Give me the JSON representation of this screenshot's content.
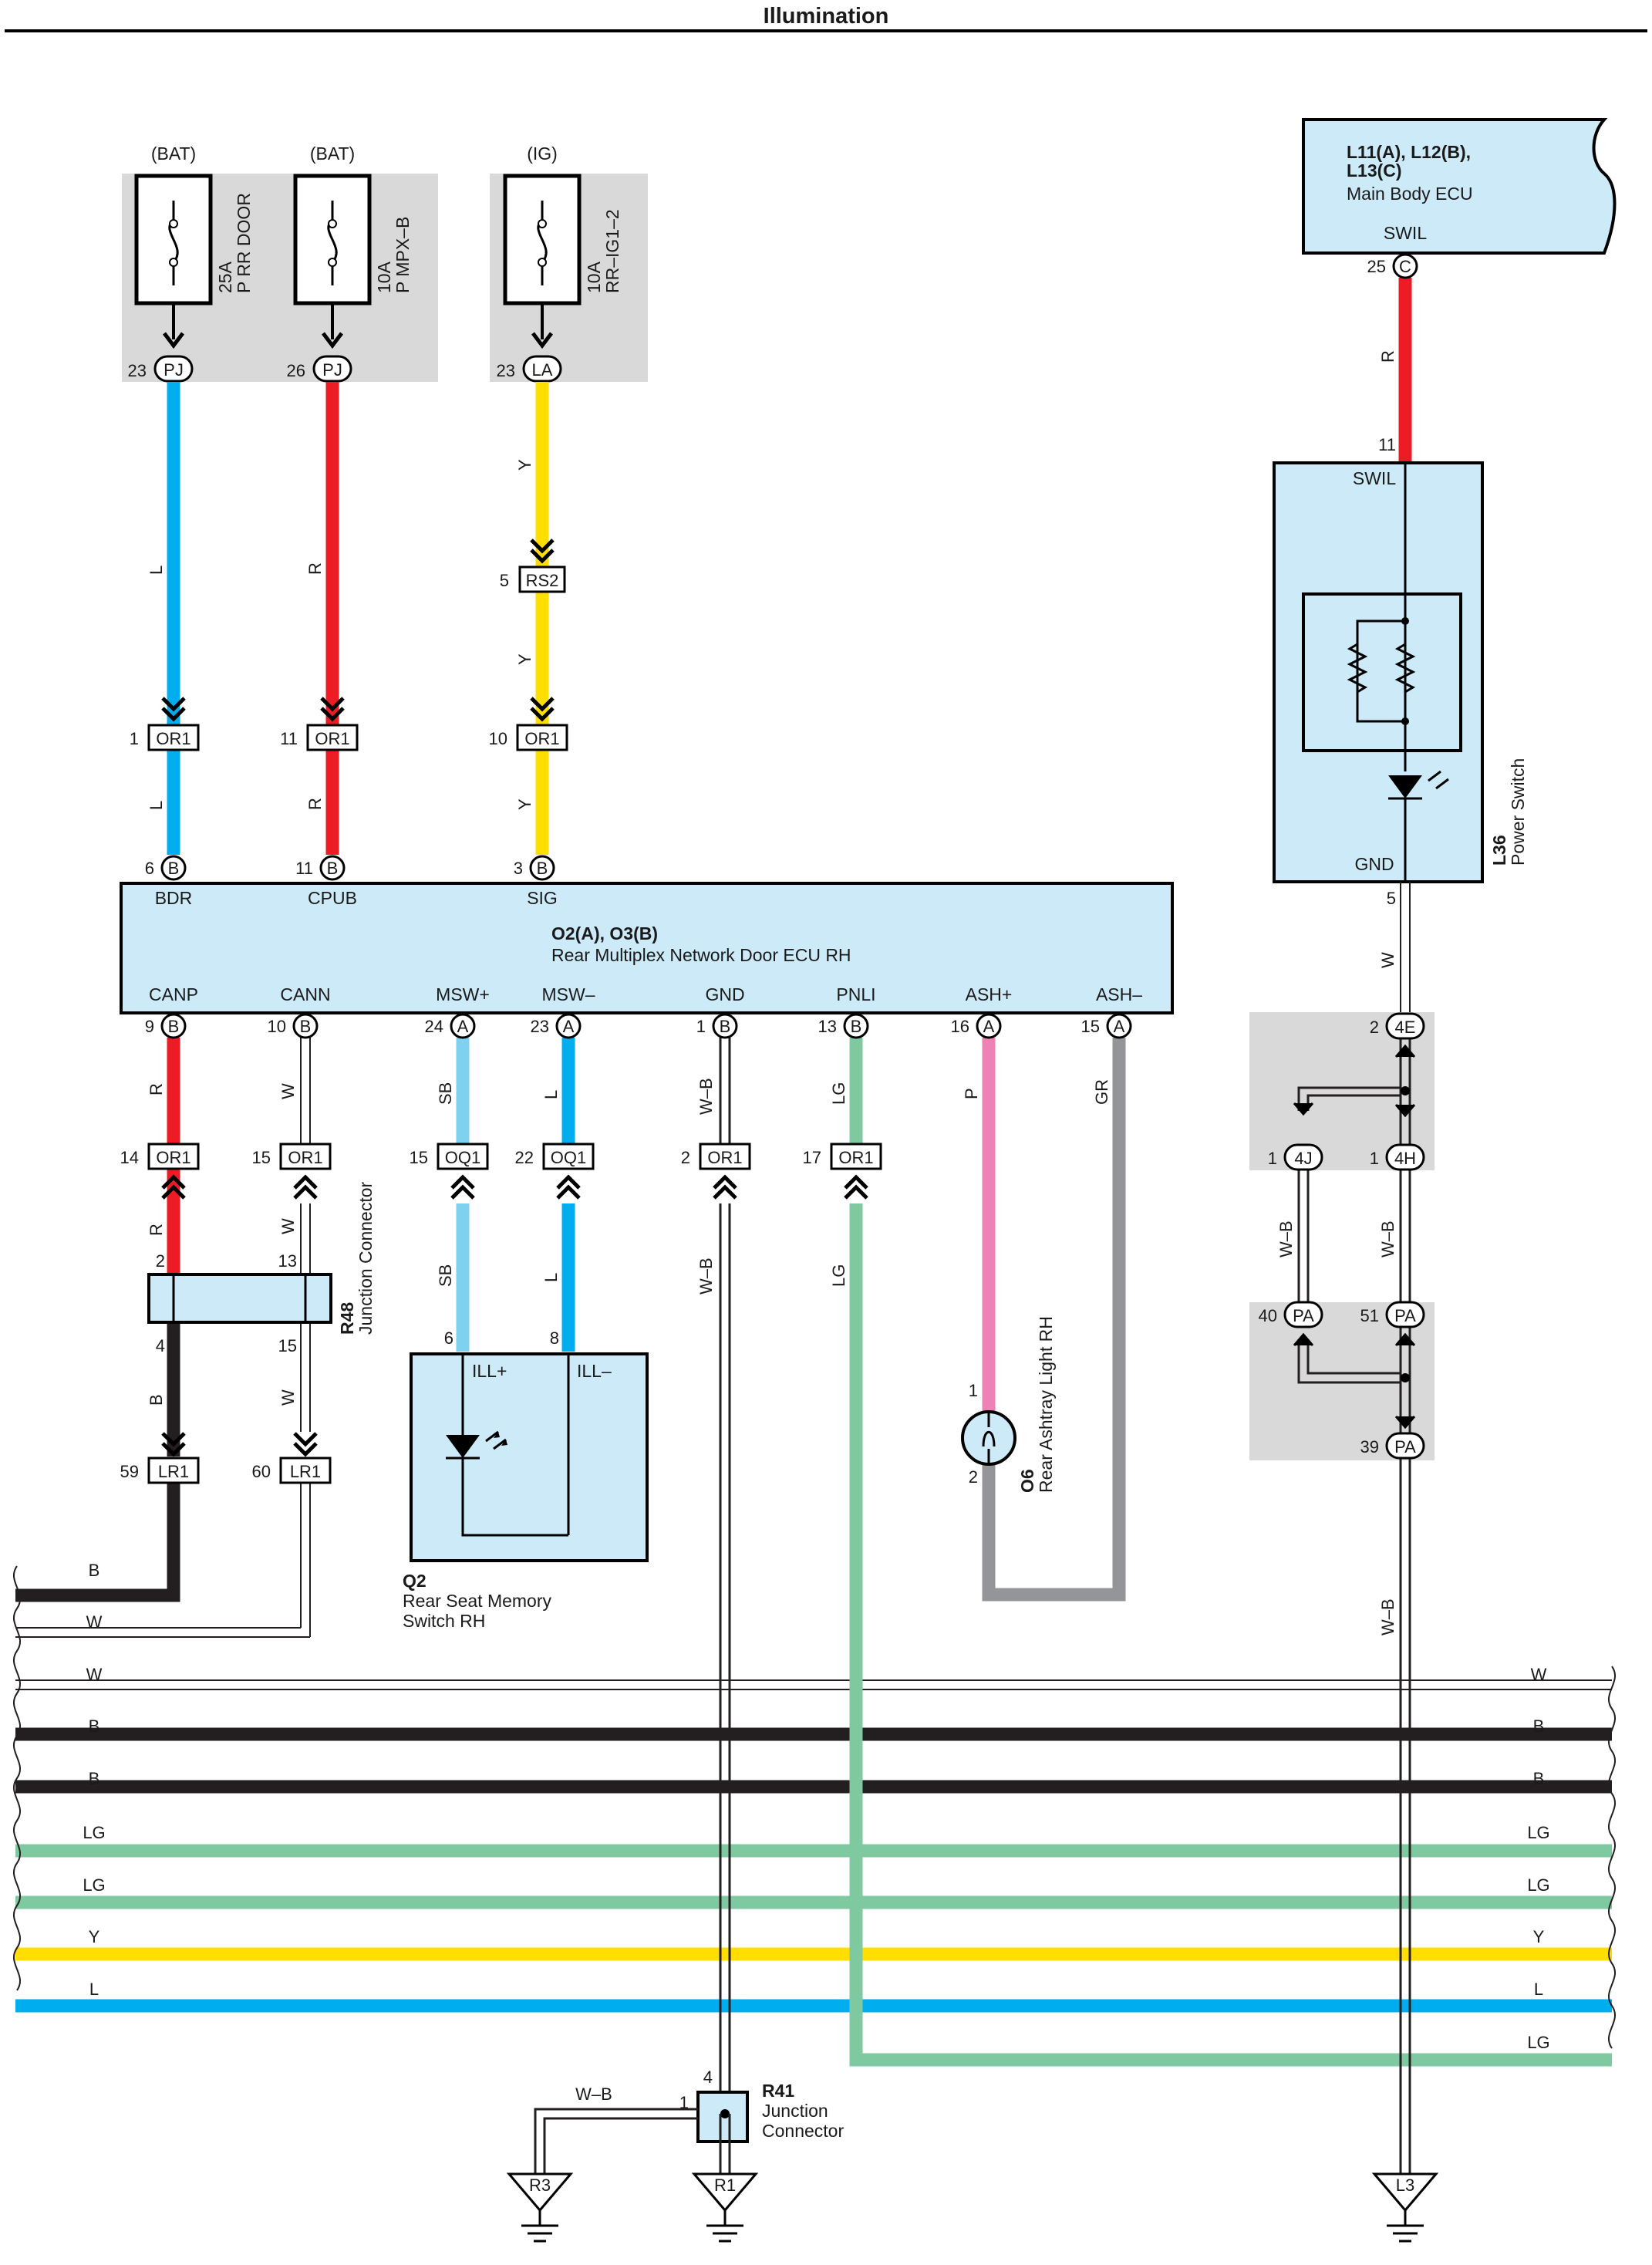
{
  "title": "Illumination",
  "colors": {
    "L": "#00aeef",
    "R": "#ed1c24",
    "Y": "#ffde00",
    "B": "#231f20",
    "W": "#ffffff",
    "LG": "#7fc9a0",
    "SB": "#7fd1f0",
    "P": "#ee82b4",
    "GR": "#939598",
    "component_fill": "#cdeaf8",
    "splice_fill": "#d9d9da"
  },
  "fuses": [
    {
      "source": "(BAT)",
      "rating": "25A",
      "name": "P RR DOOR",
      "pin": "23",
      "conn": "PJ"
    },
    {
      "source": "(BAT)",
      "rating": "10A",
      "name": "P MPX–B",
      "pin": "26",
      "conn": "PJ"
    },
    {
      "source": "(IG)",
      "rating": "10A",
      "name": "RR–IG1–2",
      "pin": "23",
      "conn": "LA"
    }
  ],
  "main_body_ecu": {
    "code": "L11(A), L12(B),",
    "code2": "L13(C)",
    "name": "Main Body ECU",
    "terminal": "SWIL",
    "pin": "25",
    "conn": "C"
  },
  "power_switch": {
    "code": "L36",
    "name": "Power Switch",
    "terminal_top": "SWIL",
    "pin_top": "11",
    "terminal_bottom": "GND",
    "pin_bottom": "5"
  },
  "door_ecu": {
    "code": "O2(A), O3(B)",
    "name": "Rear Multiplex Network Door ECU RH",
    "top_terminals": [
      {
        "name": "BDR",
        "pin": "6",
        "conn": "B"
      },
      {
        "name": "CPUB",
        "pin": "11",
        "conn": "B"
      },
      {
        "name": "SIG",
        "pin": "3",
        "conn": "B"
      }
    ],
    "bottom_terminals": [
      {
        "name": "CANP",
        "pin": "9",
        "conn": "B"
      },
      {
        "name": "CANN",
        "pin": "10",
        "conn": "B"
      },
      {
        "name": "MSW+",
        "pin": "24",
        "conn": "A"
      },
      {
        "name": "MSW–",
        "pin": "23",
        "conn": "A"
      },
      {
        "name": "GND",
        "pin": "1",
        "conn": "B"
      },
      {
        "name": "PNLI",
        "pin": "13",
        "conn": "B"
      },
      {
        "name": "ASH+",
        "pin": "16",
        "conn": "A"
      },
      {
        "name": "ASH–",
        "pin": "15",
        "conn": "A"
      }
    ]
  },
  "inline_connectors": {
    "rs2": {
      "pin": "5",
      "name": "RS2"
    },
    "or1_upper": [
      {
        "pin": "1",
        "name": "OR1"
      },
      {
        "pin": "11",
        "name": "OR1"
      },
      {
        "pin": "10",
        "name": "OR1"
      }
    ],
    "lower": [
      {
        "pin": "14",
        "name": "OR1"
      },
      {
        "pin": "15",
        "name": "OR1"
      },
      {
        "pin": "15",
        "name": "OQ1"
      },
      {
        "pin": "22",
        "name": "OQ1"
      },
      {
        "pin": "2",
        "name": "OR1"
      },
      {
        "pin": "17",
        "name": "OR1"
      }
    ],
    "lr1": [
      {
        "pin": "59",
        "name": "LR1"
      },
      {
        "pin": "60",
        "name": "LR1"
      }
    ]
  },
  "splice_4e": {
    "pin": "2",
    "name": "4E"
  },
  "splice_4j": {
    "pin": "1",
    "name": "4J"
  },
  "splice_4h": {
    "pin": "1",
    "name": "4H"
  },
  "splice_pa40": {
    "pin": "40",
    "name": "PA"
  },
  "splice_pa51": {
    "pin": "51",
    "name": "PA"
  },
  "splice_pa39": {
    "pin": "39",
    "name": "PA"
  },
  "wire_labels": {
    "bdr": "L",
    "cpub": "R",
    "sig": "Y",
    "swil": "R",
    "gnd_ps": "W",
    "canp": "R",
    "cann": "W",
    "msw_plus": "SB",
    "msw_minus": "L",
    "gnd": "W–B",
    "pnli": "LG",
    "ash_plus": "P",
    "ash_minus": "GR",
    "canp_low": "B",
    "cann_low": "W",
    "splice_wb": "W–B",
    "main_wb": "W–B",
    "r41_r3": "W–B"
  },
  "r48": {
    "code": "R48",
    "name": "Junction Connector",
    "pin_tl": "2",
    "pin_tr": "13",
    "pin_bl": "4",
    "pin_br": "15"
  },
  "q2": {
    "code": "Q2",
    "name_line1": "Rear Seat Memory",
    "name_line2": "Switch RH",
    "ill_plus": "ILL+",
    "ill_minus": "ILL–",
    "pin_plus": "6",
    "pin_minus": "8"
  },
  "o6": {
    "code": "O6",
    "name": "Rear Ashtray Light RH",
    "pin1": "1",
    "pin2": "2"
  },
  "r41": {
    "code": "R41",
    "name_line1": "Junction",
    "name_line2": "Connector",
    "pin_top": "4",
    "pin_left": "1"
  },
  "grounds": [
    "R3",
    "R1",
    "L3"
  ],
  "bus": {
    "left_labels": [
      "B",
      "W",
      "W",
      "B",
      "B",
      "LG",
      "LG",
      "Y",
      "L"
    ],
    "right_labels": [
      "W",
      "B",
      "B",
      "LG",
      "LG",
      "Y",
      "L",
      "LG"
    ]
  }
}
